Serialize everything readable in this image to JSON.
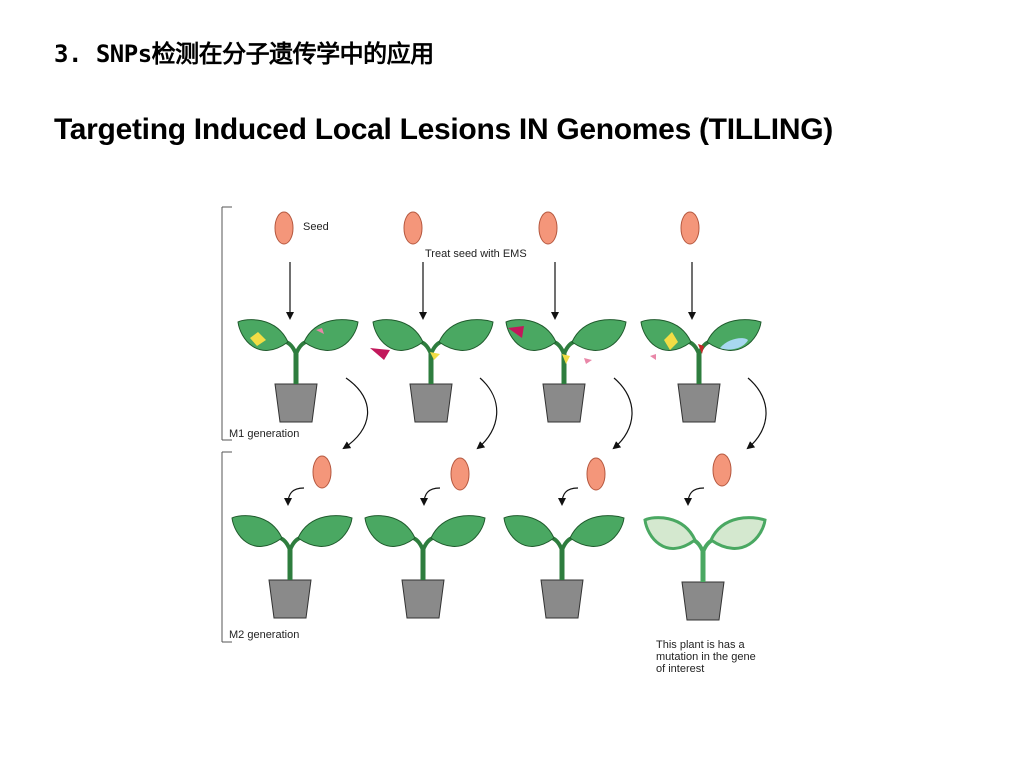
{
  "heading": "3. SNPs检测在分子遗传学中的应用",
  "title": "Targeting Induced Local Lesions IN Genomes (TILLING)",
  "diagram": {
    "seed_label": "Seed",
    "treat_label": "Treat seed with EMS",
    "m1_label": "M1 generation",
    "m2_label": "M2 generation",
    "mutant_note_line1": "This plant is has a",
    "mutant_note_line2": "mutation in the gene",
    "mutant_note_line3": "of interest",
    "colors": {
      "seed": "#f4967a",
      "leaf": "#4aa862",
      "leaf_outline": "#1f5a2c",
      "mutant_leaf": "#d4e8cf",
      "mutant_outline": "#4aa862",
      "pot": "#8a8a8a",
      "lesion_yellow": "#f2dd45",
      "lesion_magenta": "#c2185b",
      "lesion_pink": "#e987a8",
      "lesion_blue": "#a8d8f0",
      "lesion_red": "#c62828"
    }
  }
}
